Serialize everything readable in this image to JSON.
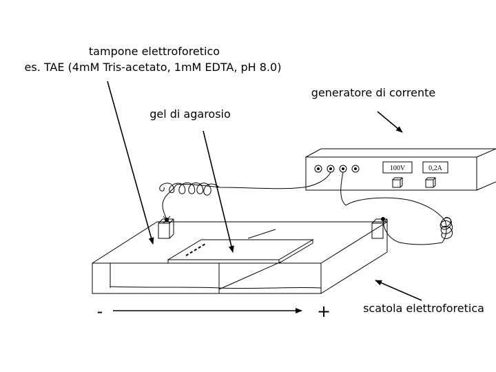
{
  "labels": {
    "buffer_line1": "tampone elettroforetico",
    "buffer_line2": "es. TAE (4mM Tris-acetato, 1mM EDTA, pH 8.0)",
    "generator": "generatore di corrente",
    "gel": "gel di agarosio",
    "box": "scatola elettroforetica",
    "minus": "-",
    "plus": "+"
  },
  "generator_display": {
    "voltage": "100V",
    "current": "0,2A"
  }
}
